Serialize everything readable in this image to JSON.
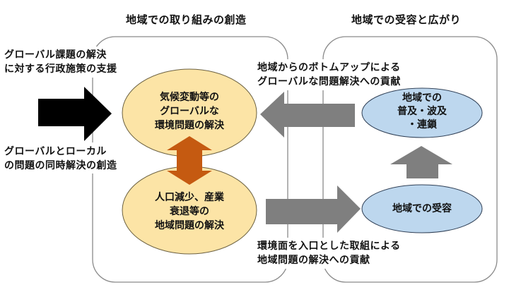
{
  "headings": {
    "left_box": "地域での取り組みの創造",
    "right_box": "地域での受容と広がり"
  },
  "side_labels": {
    "top": [
      "グローバル課題の解決",
      "に対する行政施策の支援"
    ],
    "bottom": [
      "グローバルとローカル",
      "の問題の同時解決の創造"
    ]
  },
  "nodes": {
    "global_issue": [
      "気候変動等の",
      "グローバルな",
      "環境問題の解決"
    ],
    "local_issue": [
      "人口減少、産業",
      "衰退等の",
      "地域問題の解決"
    ],
    "diffusion": [
      "地域での",
      "普及・波及",
      "・連鎖"
    ],
    "acceptance": [
      "地域での受容"
    ]
  },
  "arrow_labels": {
    "bottom_up": [
      "地域からのボトムアップによる",
      "グローバルな問題解決への貢献"
    ],
    "environmental_entry": [
      "環境面を入口とした取組による",
      "地域問題の解決への貢献"
    ]
  },
  "colors": {
    "yellow_node": "#FCE4A6",
    "blue_node": "#BDD7EE",
    "gray_arrow": "#7F7F7F",
    "orange_arrow": "#C55A11",
    "black_arrow": "#000000",
    "box_border": "#7F7F7F"
  }
}
